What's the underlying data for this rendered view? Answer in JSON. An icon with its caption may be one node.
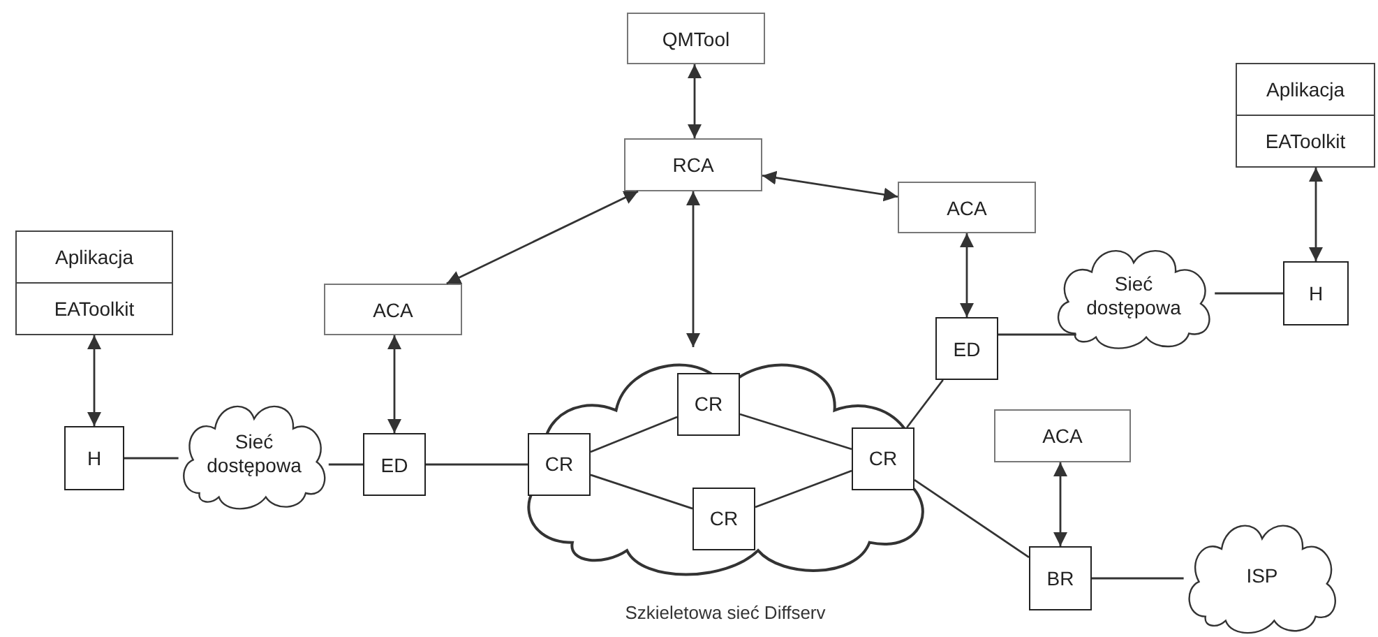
{
  "diagram": {
    "nodes": [
      {
        "text": [
          "QMTool"
        ]
      },
      {
        "text": [
          "RCA"
        ]
      },
      {
        "text": [
          "ACA"
        ]
      },
      {
        "text": [
          "ACA"
        ]
      },
      {
        "text": [
          "Aplikacja",
          "EAToolkit"
        ]
      },
      {
        "text": [
          "H"
        ]
      },
      {
        "text": [
          "Sieć dostępowa"
        ]
      },
      {
        "text": [
          "ED"
        ]
      },
      {
        "text": [
          "Szkieletowa sieć Diffserv"
        ]
      },
      {
        "text": [
          "CR"
        ],
        "in": 8
      },
      {
        "text": [
          "CR"
        ],
        "in": 8
      },
      {
        "text": [
          "CR"
        ],
        "in": 8
      },
      {
        "text": [
          "CR"
        ],
        "in": 8
      },
      {
        "text": [
          "ED"
        ]
      },
      {
        "text": [
          "Sieć dostępowa"
        ]
      },
      {
        "text": [
          "H"
        ]
      },
      {
        "text": [
          "Aplikacja",
          "EAToolkit"
        ]
      },
      {
        "text": [
          "ACA"
        ]
      },
      {
        "text": [
          "BR"
        ]
      },
      {
        "text": [
          "ISP"
        ]
      }
    ],
    "edges": [
      {
        "from": 0,
        "to": 1,
        "arrow": "both"
      },
      {
        "from": 1,
        "to": 2,
        "arrow": "both"
      },
      {
        "from": 1,
        "to": 3,
        "arrow": "both"
      },
      {
        "from": 1,
        "to": 8,
        "arrow": "both"
      },
      {
        "from": 2,
        "to": 7,
        "arrow": "both"
      },
      {
        "from": 3,
        "to": 13,
        "arrow": "both"
      },
      {
        "from": 4,
        "to": 5,
        "arrow": "both"
      },
      {
        "from": 16,
        "to": 15,
        "arrow": "both"
      },
      {
        "from": 5,
        "to": 6,
        "arrow": "none"
      },
      {
        "from": 6,
        "to": 7,
        "arrow": "none"
      },
      {
        "from": 7,
        "to": 9,
        "arrow": "none"
      },
      {
        "from": 9,
        "to": 10,
        "arrow": "none"
      },
      {
        "from": 9,
        "to": 11,
        "arrow": "none"
      },
      {
        "from": 10,
        "to": 12,
        "arrow": "none"
      },
      {
        "from": 11,
        "to": 12,
        "arrow": "none"
      },
      {
        "from": 12,
        "to": 13,
        "arrow": "none"
      },
      {
        "from": 13,
        "to": 14,
        "arrow": "none"
      },
      {
        "from": 14,
        "to": 15,
        "arrow": "none"
      },
      {
        "from": 12,
        "to": 18,
        "arrow": "none"
      },
      {
        "from": 17,
        "to": 18,
        "arrow": "both"
      },
      {
        "from": 18,
        "to": 19,
        "arrow": "none"
      }
    ]
  }
}
